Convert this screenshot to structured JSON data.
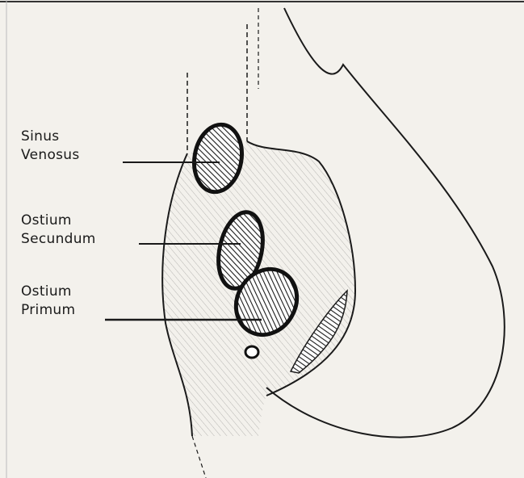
{
  "labels": {
    "sinus_venosus": {
      "line1": "Sinus",
      "line2": "Venosus"
    },
    "ostium_secundum": {
      "line1": "Ostium",
      "line2": "Secundum"
    },
    "ostium_primum": {
      "line1": "Ostium",
      "line2": "Primum"
    }
  },
  "colors": {
    "ink": "#1a1a1a",
    "paper": "#f3f1ec"
  }
}
